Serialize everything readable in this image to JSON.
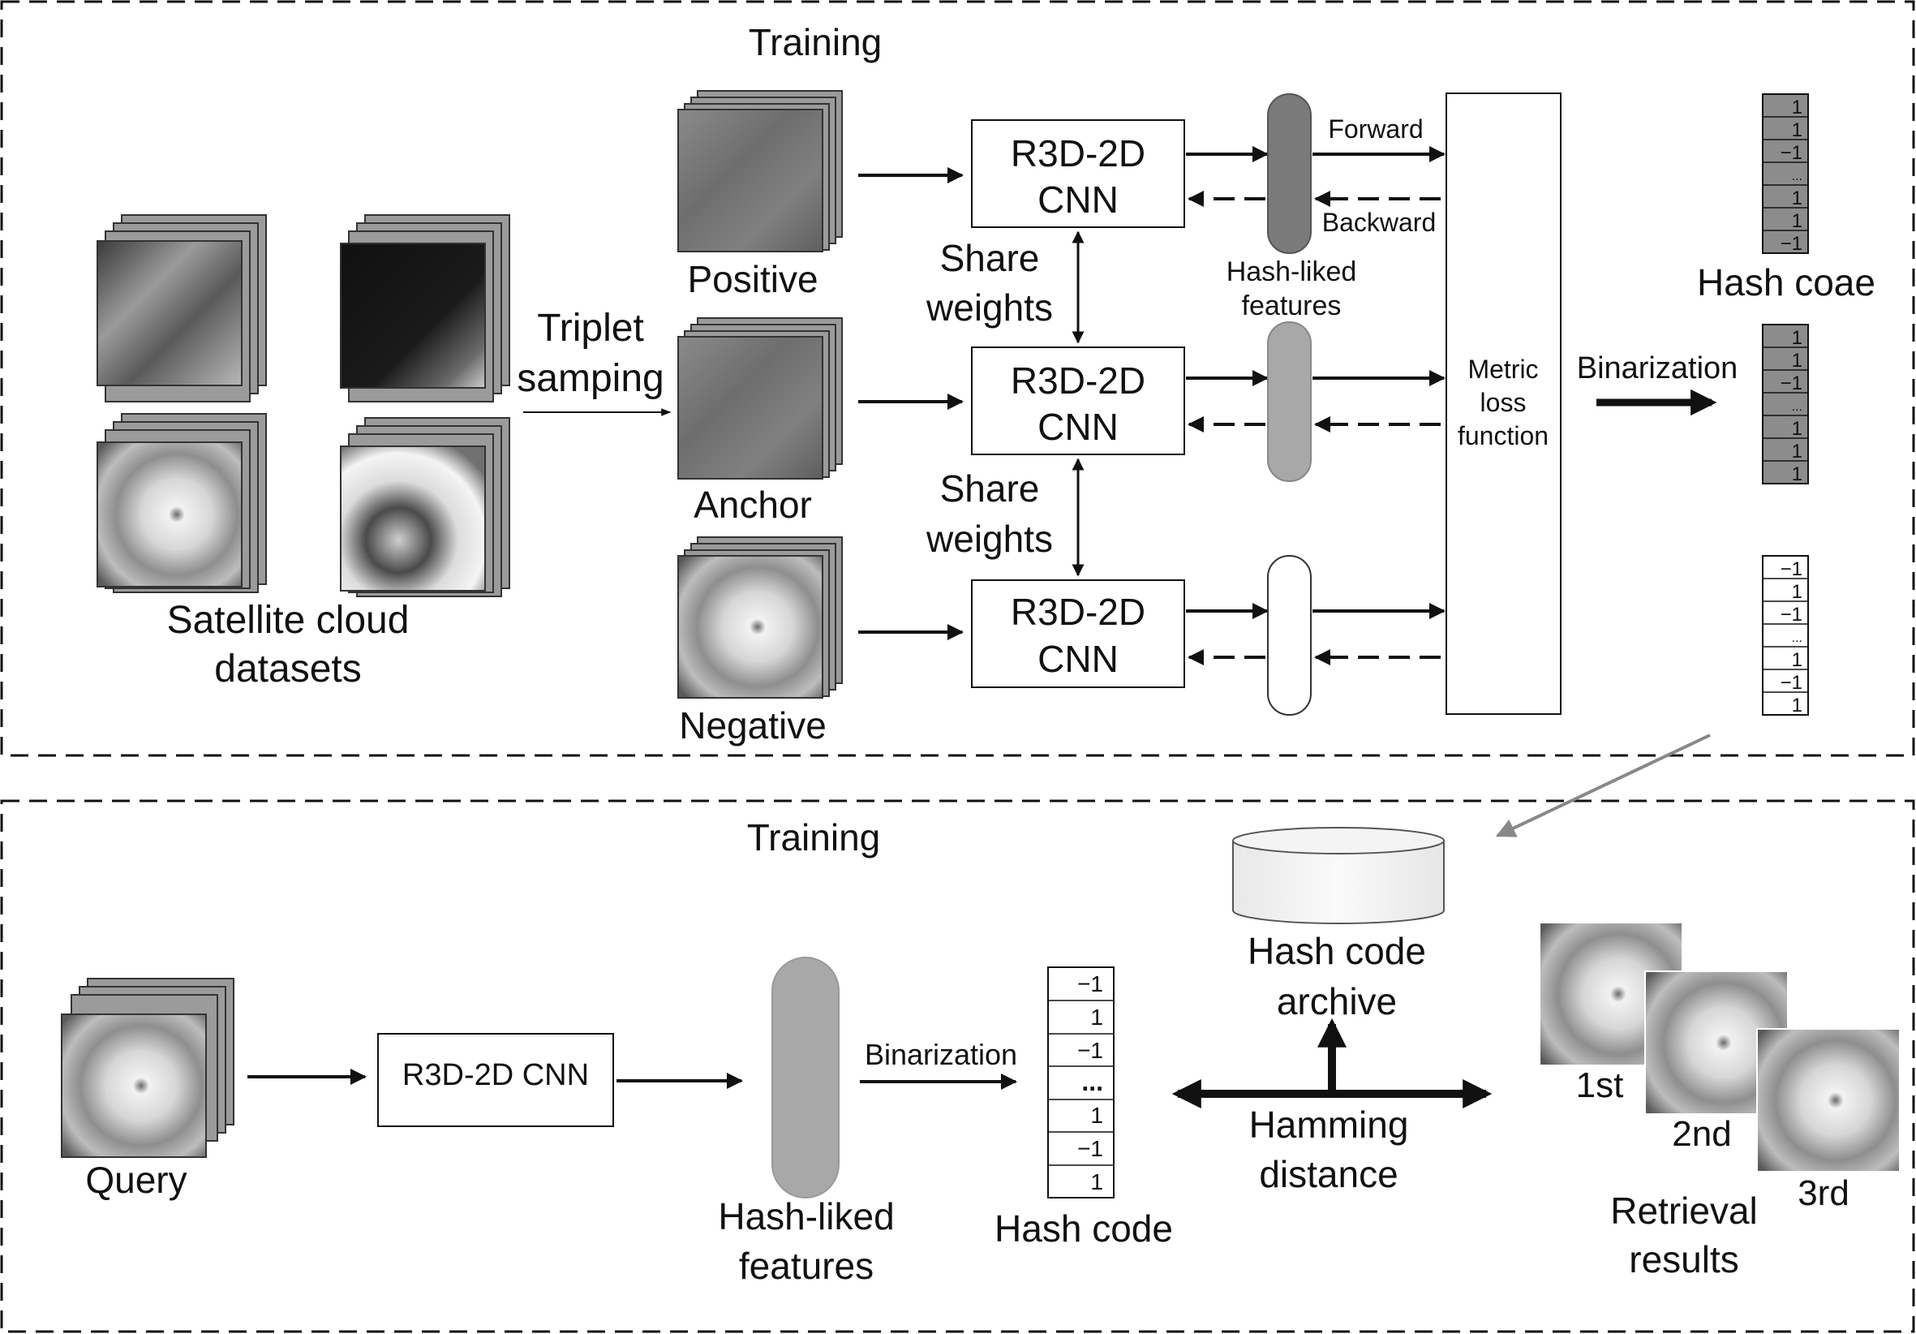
{
  "training_panel": {
    "title": "Training",
    "dataset_label_line1": "Satellite cloud",
    "dataset_label_line2": "datasets",
    "triplet_line1": "Triplet",
    "triplet_line2": "samping",
    "positive": "Positive",
    "anchor": "Anchor",
    "negative": "Negative",
    "cnn_line1": "R3D-2D",
    "cnn_line2": "CNN",
    "share_line1": "Share",
    "share_line2": "weights",
    "forward": "Forward",
    "backward": "Backward",
    "hash_liked_line1": "Hash-liked",
    "hash_liked_line2": "features",
    "metric_line1": "Metric",
    "metric_line2": "loss",
    "metric_line3": "function",
    "binarization": "Binarization",
    "hash_code_label": "Hash coae",
    "code_top": [
      "1",
      "1",
      "−1",
      "...",
      "1",
      "1",
      "−1"
    ],
    "code_mid": [
      "1",
      "1",
      "−1",
      "...",
      "1",
      "1",
      "1"
    ],
    "code_bot": [
      "−1",
      "1",
      "−1",
      "...",
      "1",
      "−1",
      "1"
    ]
  },
  "retrieval_panel": {
    "title": "Training",
    "query": "Query",
    "cnn": "R3D-2D CNN",
    "hash_liked_line1": "Hash-liked",
    "hash_liked_line2": "features",
    "binarization": "Binarization",
    "code": [
      "−1",
      "1",
      "−1",
      "...",
      "1",
      "−1",
      "1"
    ],
    "hash_code_label": "Hash code",
    "archive_line1": "Hash code",
    "archive_line2": "archive",
    "hamming_line1": "Hamming",
    "hamming_line2": "distance",
    "first": "1st",
    "second": "2nd",
    "third": "3rd",
    "results_line1": "Retrieval",
    "results_line2": "results"
  },
  "colors": {
    "dark_feature": "#7a7a7a",
    "light_feature": "#a8a8a8",
    "hash_cell": "#8c8c8c",
    "arrow_gray": "#888888"
  }
}
